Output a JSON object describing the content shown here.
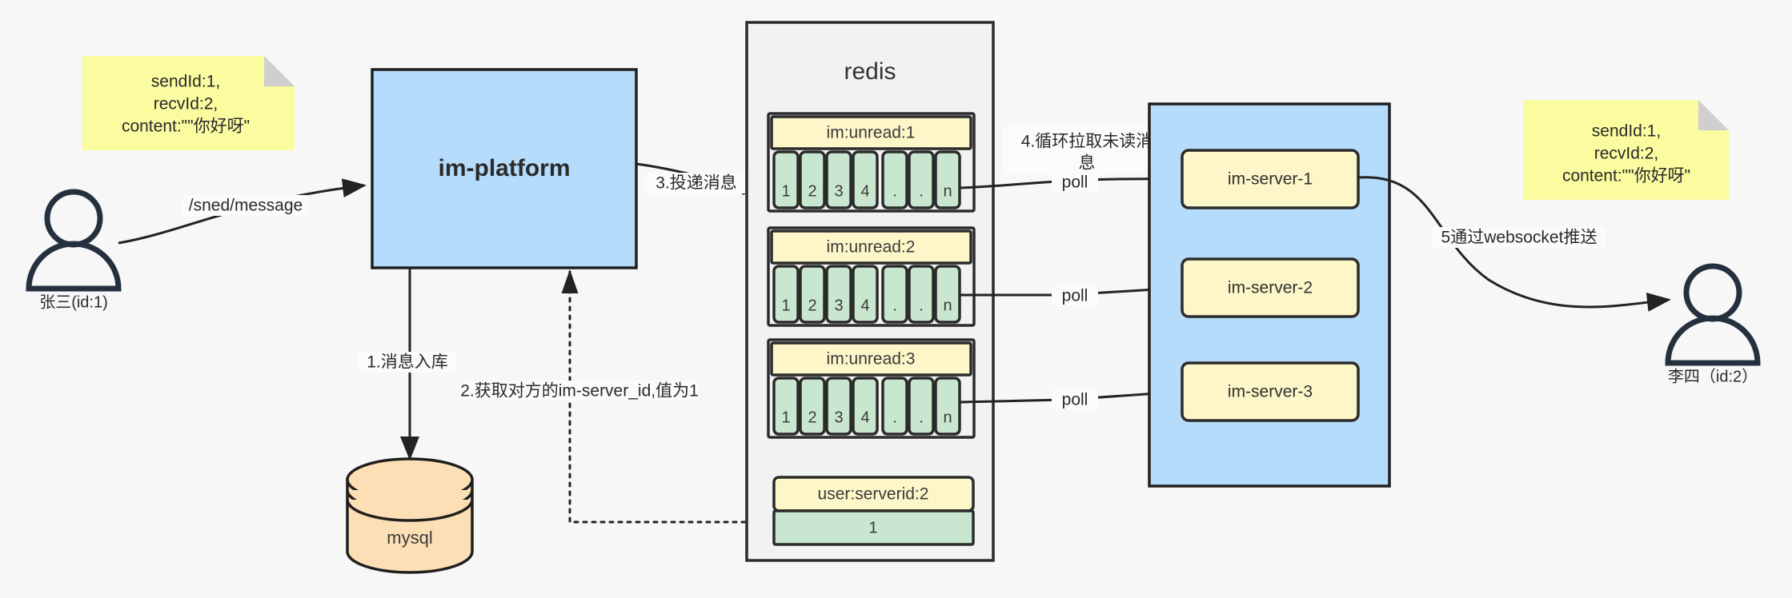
{
  "diagram": {
    "title": "IM message delivery architecture",
    "background_color": "#f7f7f7"
  },
  "notes": [
    {
      "id": "note-left",
      "lines": [
        "sendId:1,",
        "recvId:2,",
        "content:\"\"你好呀\""
      ]
    },
    {
      "id": "note-right",
      "lines": [
        "sendId:1,",
        "recvId:2,",
        "content:\"\"你好呀\""
      ]
    }
  ],
  "actors": [
    {
      "id": "actor-left",
      "label": "张三(id:1)"
    },
    {
      "id": "actor-right",
      "label": "李四（id:2）"
    }
  ],
  "platform": {
    "label": "im-platform",
    "color": "#b6dcfb"
  },
  "database": {
    "label": "mysql",
    "color": "#fcdfb4"
  },
  "redis": {
    "title": "redis",
    "color": "#f2f2f2",
    "key_color": "#fdf6c8",
    "cell_color": "#c9e7d0",
    "lists": [
      {
        "key": "im:unread:1",
        "cells": [
          "1",
          "2",
          "3",
          "4",
          ".",
          ".",
          "n"
        ]
      },
      {
        "key": "im:unread:2",
        "cells": [
          "1",
          "2",
          "3",
          "4",
          ".",
          ".",
          "n"
        ]
      },
      {
        "key": "im:unread:3",
        "cells": [
          "1",
          "2",
          "3",
          "4",
          ".",
          ".",
          "n"
        ]
      }
    ],
    "string_entry": {
      "key": "user:serverid:2",
      "value": "1"
    }
  },
  "server_cluster": {
    "color": "#b6dcfb",
    "servers": [
      {
        "label": "im-server-1"
      },
      {
        "label": "im-server-2"
      },
      {
        "label": "im-server-3"
      }
    ]
  },
  "edges": {
    "send_message": "/sned/message",
    "step1": "1.消息入库",
    "step2": "2.获取对方的im-server_id,值为1",
    "step3": "3.投递消息",
    "step4_line1": "4.循环拉取未读消",
    "step4_line2": "息",
    "poll1": "poll",
    "poll2": "poll",
    "poll3": "poll",
    "step5": "5通过websocket推送"
  }
}
